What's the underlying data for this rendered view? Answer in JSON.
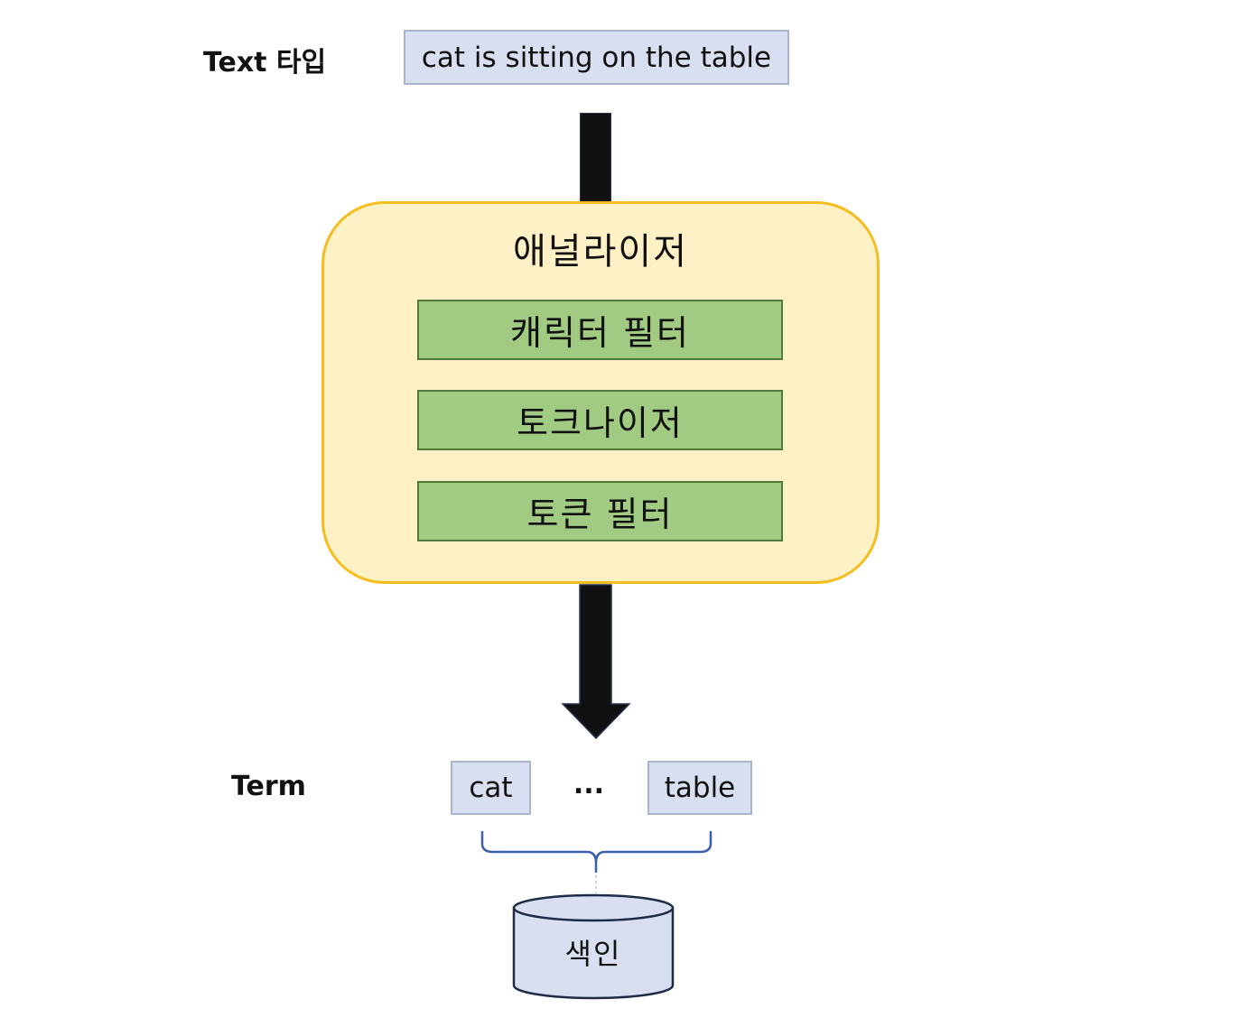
{
  "input": {
    "label": "Text 타입",
    "text": "cat is sitting on the table"
  },
  "analyzer": {
    "title": "애널라이저",
    "stages": [
      {
        "label": "캐릭터 필터"
      },
      {
        "label": "토크나이저"
      },
      {
        "label": "토큰 필터"
      }
    ]
  },
  "terms": {
    "label": "Term",
    "items": [
      {
        "text": "cat"
      },
      {
        "text": "..."
      },
      {
        "text": "table"
      }
    ]
  },
  "index": {
    "label": "색인"
  },
  "colors": {
    "text_box_fill": "#d7dff0",
    "analyzer_fill": "#fff1c6",
    "analyzer_border": "#f5bd1f",
    "stage_fill": "#a1cb82",
    "arrow": "#111111",
    "brace": "#3a5fad"
  }
}
